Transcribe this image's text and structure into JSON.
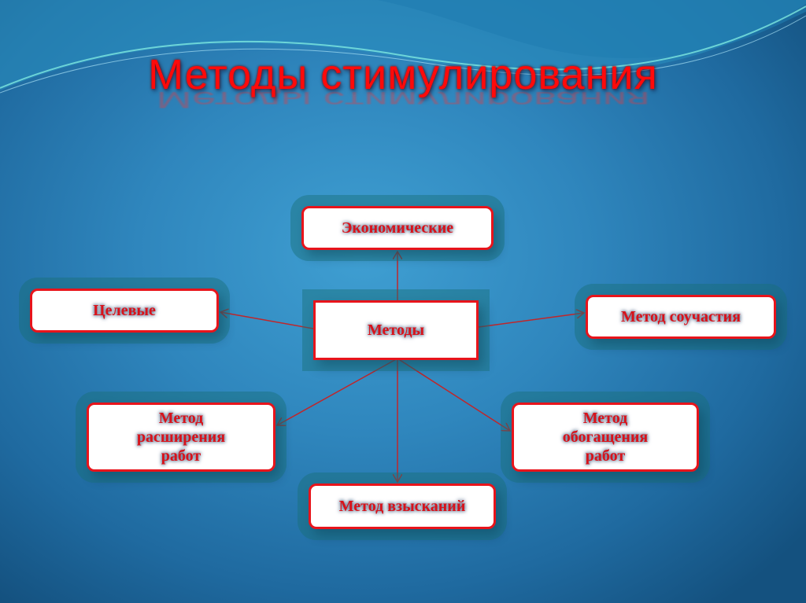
{
  "slide": {
    "title": "Методы стимулирования",
    "colors": {
      "title": "#ff0a0a",
      "node_border": "#e8141b",
      "node_text": "#d8121a",
      "connector": "#c0262a",
      "background": "#2f86bd"
    }
  },
  "diagram": {
    "center": {
      "label": "Методы"
    },
    "nodes": [
      {
        "id": "economic",
        "label": "Экономические"
      },
      {
        "id": "target",
        "label": "Целевые"
      },
      {
        "id": "participation",
        "label": "Метод соучастия"
      },
      {
        "id": "expansion",
        "label": "Метод\nрасширения\nработ"
      },
      {
        "id": "enrichment",
        "label": "Метод\nобогащения\nработ"
      },
      {
        "id": "penalties",
        "label": "Метод взысканий"
      }
    ],
    "edges": [
      {
        "from": "Методы",
        "to": "Экономические"
      },
      {
        "from": "Методы",
        "to": "Целевые"
      },
      {
        "from": "Методы",
        "to": "Метод соучастия"
      },
      {
        "from": "Методы",
        "to": "Метод расширения работ"
      },
      {
        "from": "Методы",
        "to": "Метод обогащения работ"
      },
      {
        "from": "Методы",
        "to": "Метод взысканий"
      }
    ]
  }
}
